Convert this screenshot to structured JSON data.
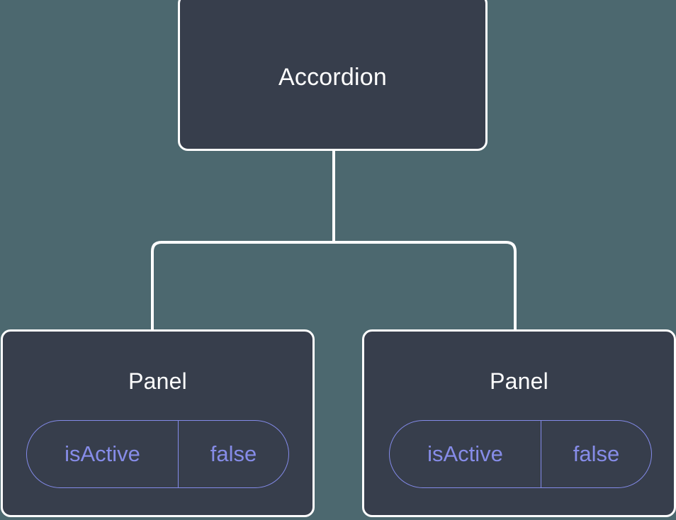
{
  "diagram": {
    "type": "component-tree",
    "background_color": "#4c686f",
    "node_fill_color": "#373e4c",
    "node_border_color": "#ffffff",
    "edge_color": "#ffffff",
    "accent_color": "#868ce8",
    "title_text_color": "#ffffff",
    "root": {
      "id": "accordion",
      "label": "Accordion"
    },
    "children": [
      {
        "id": "panel-0",
        "label": "Panel",
        "prop": {
          "key": "isActive",
          "value": "false"
        }
      },
      {
        "id": "panel-1",
        "label": "Panel",
        "prop": {
          "key": "isActive",
          "value": "false"
        }
      }
    ],
    "edges": [
      {
        "from": "accordion",
        "to": "panel-0"
      },
      {
        "from": "accordion",
        "to": "panel-1"
      }
    ]
  }
}
